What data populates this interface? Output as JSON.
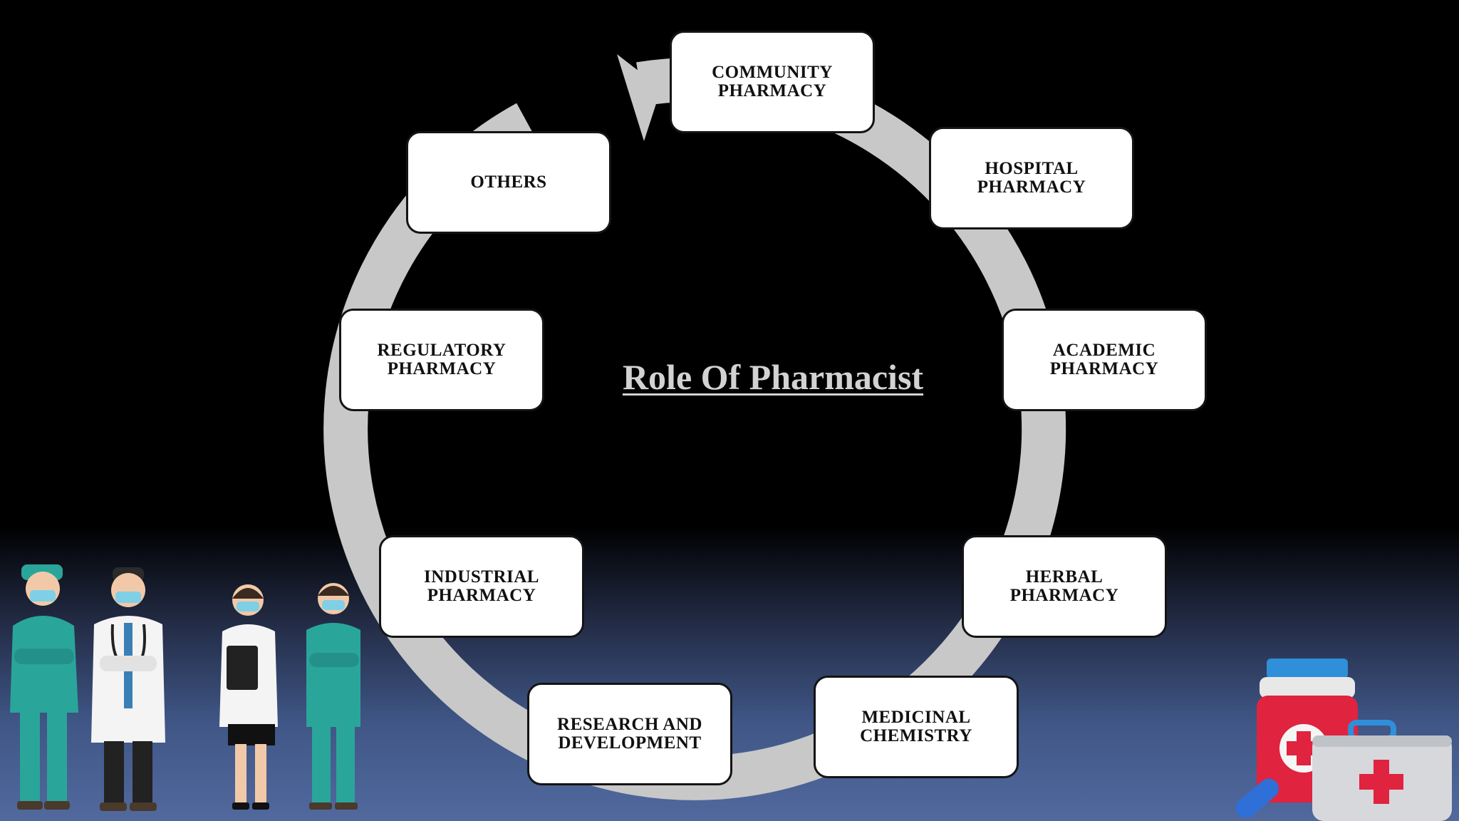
{
  "diagram": {
    "title": "Role Of Pharmacist",
    "nodes": [
      {
        "id": "community",
        "label": "COMMUNITY PHARMACY"
      },
      {
        "id": "hospital",
        "label": "HOSPITAL PHARMACY"
      },
      {
        "id": "academic",
        "label": "ACADEMIC PHARMACY"
      },
      {
        "id": "herbal",
        "label": "HERBAL PHARMACY"
      },
      {
        "id": "medicinal",
        "label": "MEDICINAL CHEMISTRY"
      },
      {
        "id": "research",
        "label": "RESEARCH AND DEVELOPMENT"
      },
      {
        "id": "industrial",
        "label": "INDUSTRIAL PHARMACY"
      },
      {
        "id": "regulatory",
        "label": "REGULATORY PHARMACY"
      },
      {
        "id": "others",
        "label": "OTHERS"
      }
    ],
    "cycle_direction": "clockwise",
    "ring_color": "#c8c8c8"
  },
  "illustrations": {
    "left": "healthcare-staff-group",
    "right": "medicine-bottle-and-first-aid-kit"
  },
  "colors": {
    "background_top": "#000000",
    "background_bottom": "#52699e",
    "node_fill": "#ffffff",
    "node_border": "#141414",
    "title_color": "#d2d2d2"
  }
}
